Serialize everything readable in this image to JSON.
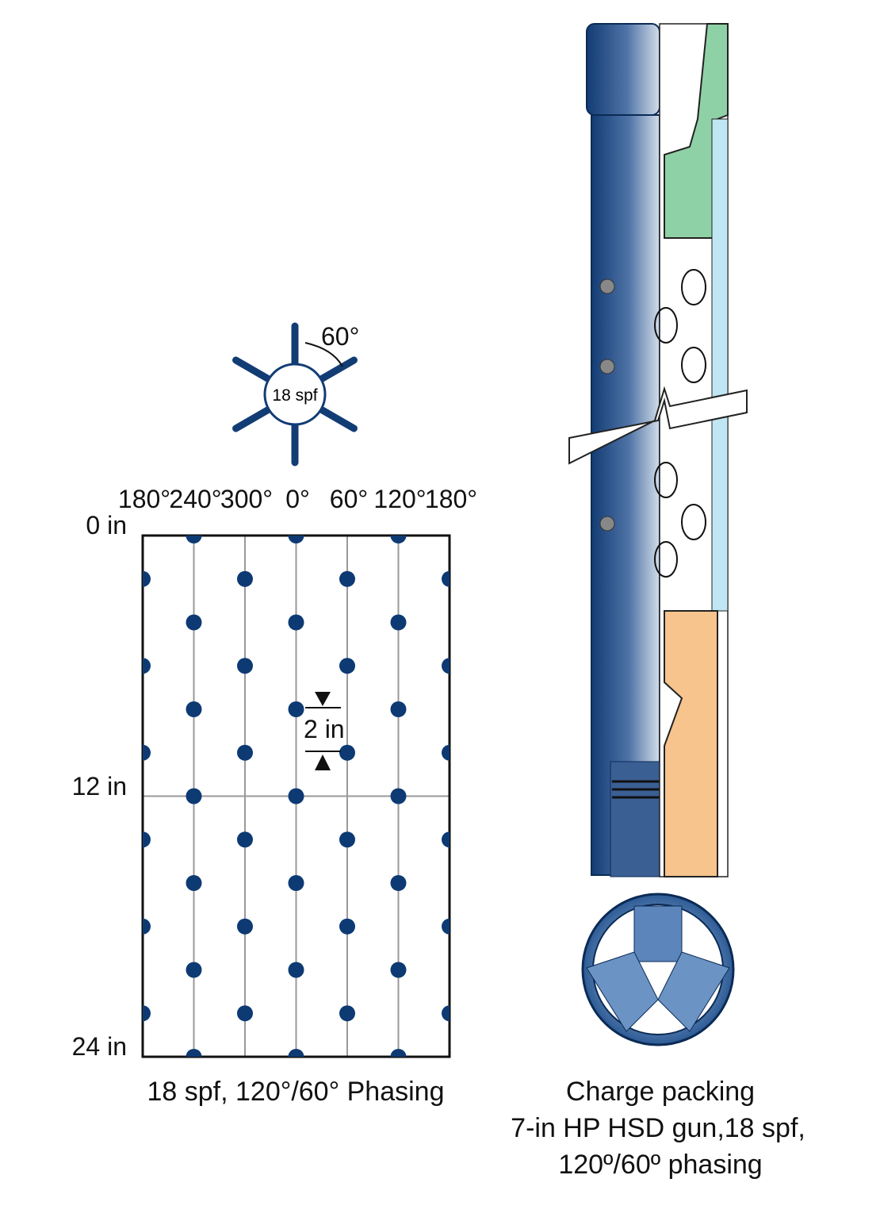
{
  "star": {
    "angle_label": "60°",
    "center_label": "18 spf",
    "color": "#123c74",
    "blade_angles": [
      0,
      60,
      120,
      180,
      240,
      300
    ]
  },
  "grid": {
    "column_labels": [
      "180°",
      "240°",
      "300°",
      "0°",
      "60°",
      "120°",
      "180°"
    ],
    "column_angles": [
      180,
      240,
      300,
      0,
      60,
      120,
      180
    ],
    "depth_labels": [
      "0 in",
      "12 in",
      "24 in"
    ],
    "depth_range_in": [
      0,
      24
    ],
    "spacing_label": "2 in",
    "caption": "18 spf, 120°/60° Phasing",
    "dot_color": "#0d3a73",
    "shots": [
      {
        "depth_in": 0,
        "angles": [
          240,
          0,
          120
        ]
      },
      {
        "depth_in": 2,
        "angles": [
          180,
          300,
          60
        ]
      },
      {
        "depth_in": 4,
        "angles": [
          240,
          0,
          120
        ]
      },
      {
        "depth_in": 6,
        "angles": [
          180,
          300,
          60
        ]
      },
      {
        "depth_in": 8,
        "angles": [
          240,
          0,
          120
        ]
      },
      {
        "depth_in": 10,
        "angles": [
          180,
          300,
          60
        ]
      },
      {
        "depth_in": 12,
        "angles": [
          240,
          0,
          120
        ]
      },
      {
        "depth_in": 14,
        "angles": [
          180,
          300,
          60
        ]
      },
      {
        "depth_in": 16,
        "angles": [
          240,
          0,
          120
        ]
      },
      {
        "depth_in": 18,
        "angles": [
          180,
          300,
          60
        ]
      },
      {
        "depth_in": 20,
        "angles": [
          240,
          0,
          120
        ]
      },
      {
        "depth_in": 22,
        "angles": [
          180,
          300,
          60
        ]
      },
      {
        "depth_in": 24,
        "angles": [
          240,
          0,
          120
        ]
      }
    ]
  },
  "gun": {
    "caption_lines": [
      "Charge packing",
      "7-in HP HSD gun,18 spf,",
      "120º/60º phasing"
    ],
    "colors": {
      "body": "#1f4f8c",
      "top_sub": "#8fd1a6",
      "bottom_sub": "#f7c48e",
      "liner": "#bfe6f2"
    }
  }
}
